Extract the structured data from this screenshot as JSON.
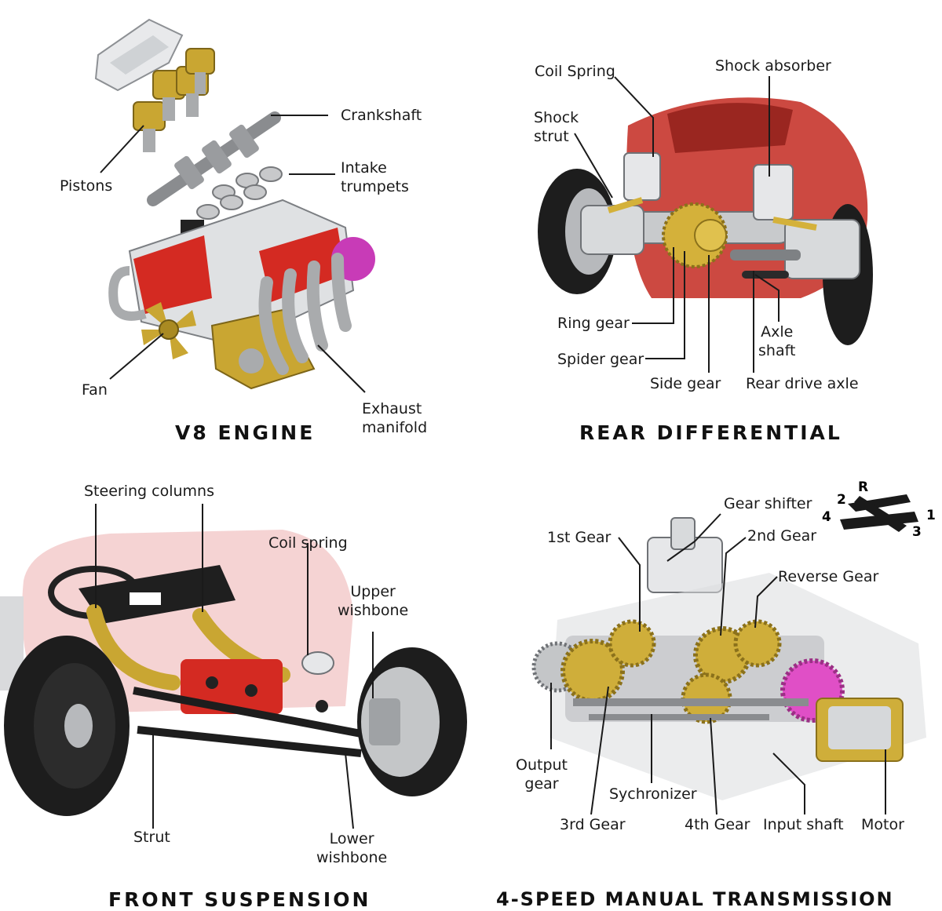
{
  "engine": {
    "title": "V8 ENGINE",
    "labels": {
      "pistons": "Pistons",
      "crankshaft": "Crankshaft",
      "intake": "Intake\ntrumpets",
      "fan": "Fan",
      "exhaust": "Exhaust\nmanifold"
    },
    "colors": {
      "red": "#d42a22",
      "gold": "#c9a632",
      "gray": "#a9abad",
      "magenta": "#c83bb7"
    }
  },
  "differential": {
    "title": "REAR DIFFERENTIAL",
    "labels": {
      "coil_spring": "Coil Spring",
      "shock_absorber": "Shock absorber",
      "shock_strut": "Shock\nstrut",
      "ring_gear": "Ring gear",
      "spider_gear": "Spider gear",
      "side_gear": "Side gear",
      "axle_shaft": "Axle\nshaft",
      "rear_drive_axle": "Rear drive axle"
    },
    "colors": {
      "body": "#c7352c",
      "gold": "#d4b13a",
      "tire": "#1d1d1d"
    }
  },
  "suspension": {
    "title": "FRONT SUSPENSION",
    "labels": {
      "steering_columns": "Steering columns",
      "coil_spring": "Coil spring",
      "upper_wishbone": "Upper\nwishbone",
      "strut": "Strut",
      "lower_wishbone": "Lower\nwishbone"
    },
    "colors": {
      "body": "#f1c4c4",
      "gold": "#c9a632",
      "tire": "#1d1d1d"
    }
  },
  "transmission": {
    "title": "4-SPEED MANUAL TRANSMISSION",
    "labels": {
      "gear_shifter": "Gear shifter",
      "first_gear": "1st Gear",
      "second_gear": "2nd Gear",
      "reverse_gear": "Reverse Gear",
      "output_gear": "Output\ngear",
      "synchronizer": "Sychronizer",
      "third_gear": "3rd Gear",
      "fourth_gear": "4th Gear",
      "input_shaft": "Input shaft",
      "motor": "Motor"
    },
    "shift_pattern": [
      "R",
      "2",
      "1",
      "4",
      "3"
    ],
    "colors": {
      "gold": "#cfae3a",
      "silver": "#c4c6c8",
      "pink": "#e04fc6"
    }
  }
}
